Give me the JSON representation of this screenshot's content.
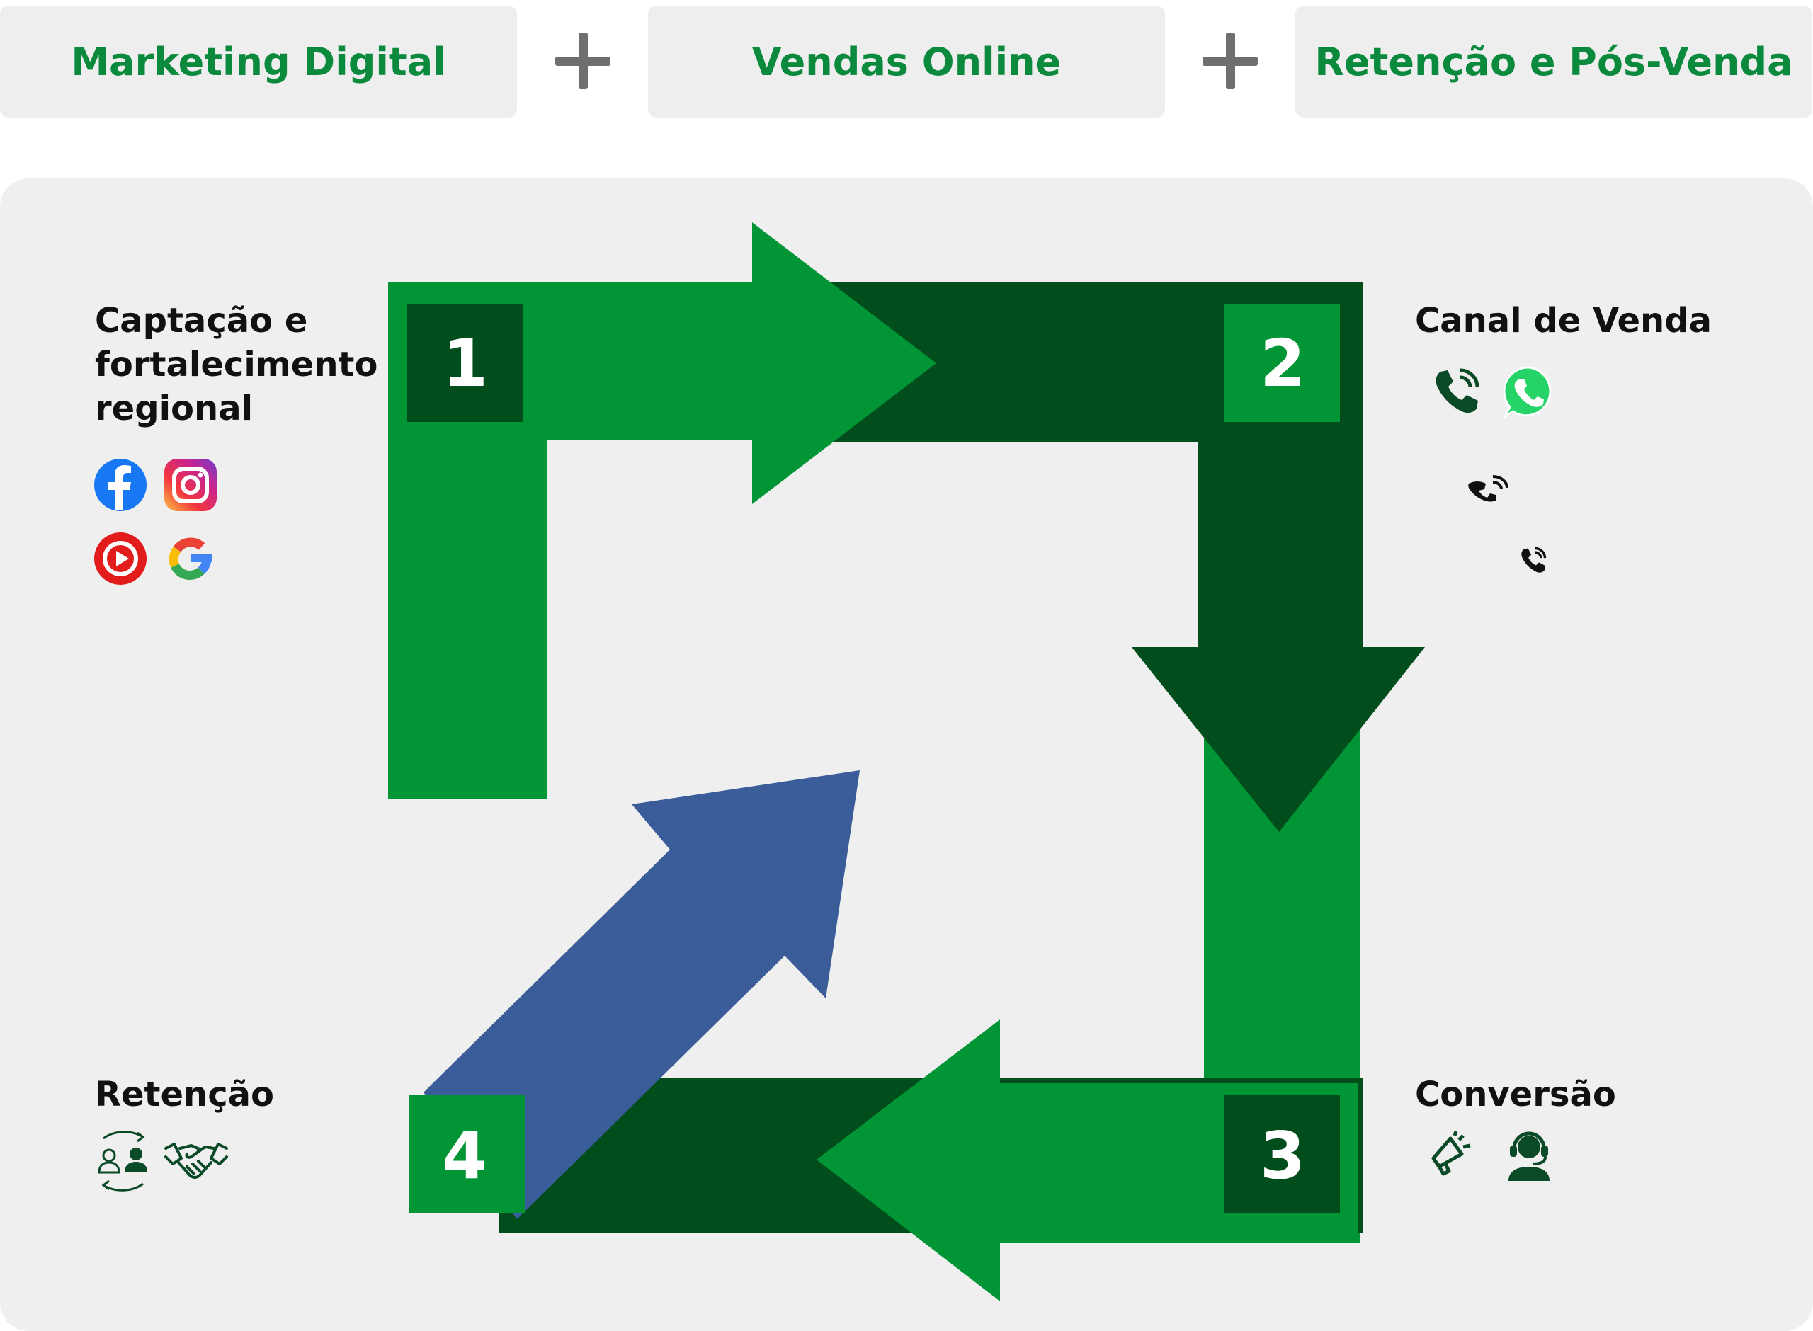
{
  "colors": {
    "header_text": "#0b8a3e",
    "green": "#019535",
    "dark_green": "#014d1c",
    "blue": "#3a5c99",
    "panel_bg": "#efefef"
  },
  "header": {
    "stages": [
      "Marketing Digital",
      "Vendas Online",
      "Retenção e Pós-Venda"
    ]
  },
  "diagram": {
    "steps": [
      {
        "number": "1",
        "label": "Captação e\nfortalecimento\nregional",
        "icons": [
          "facebook-icon",
          "instagram-icon",
          "youtube-icon",
          "google-icon"
        ]
      },
      {
        "number": "2",
        "label": "Canal de Venda",
        "icons": [
          "phone-ringing-icon",
          "whatsapp-icon",
          "phone-ringing-small-icon",
          "phone-ringing-tiny-icon"
        ]
      },
      {
        "number": "3",
        "label": "Conversão",
        "icons": [
          "megaphone-icon",
          "support-agent-icon"
        ]
      },
      {
        "number": "4",
        "label": "Retenção",
        "icons": [
          "customer-retention-icon",
          "handshake-icon"
        ]
      }
    ]
  }
}
